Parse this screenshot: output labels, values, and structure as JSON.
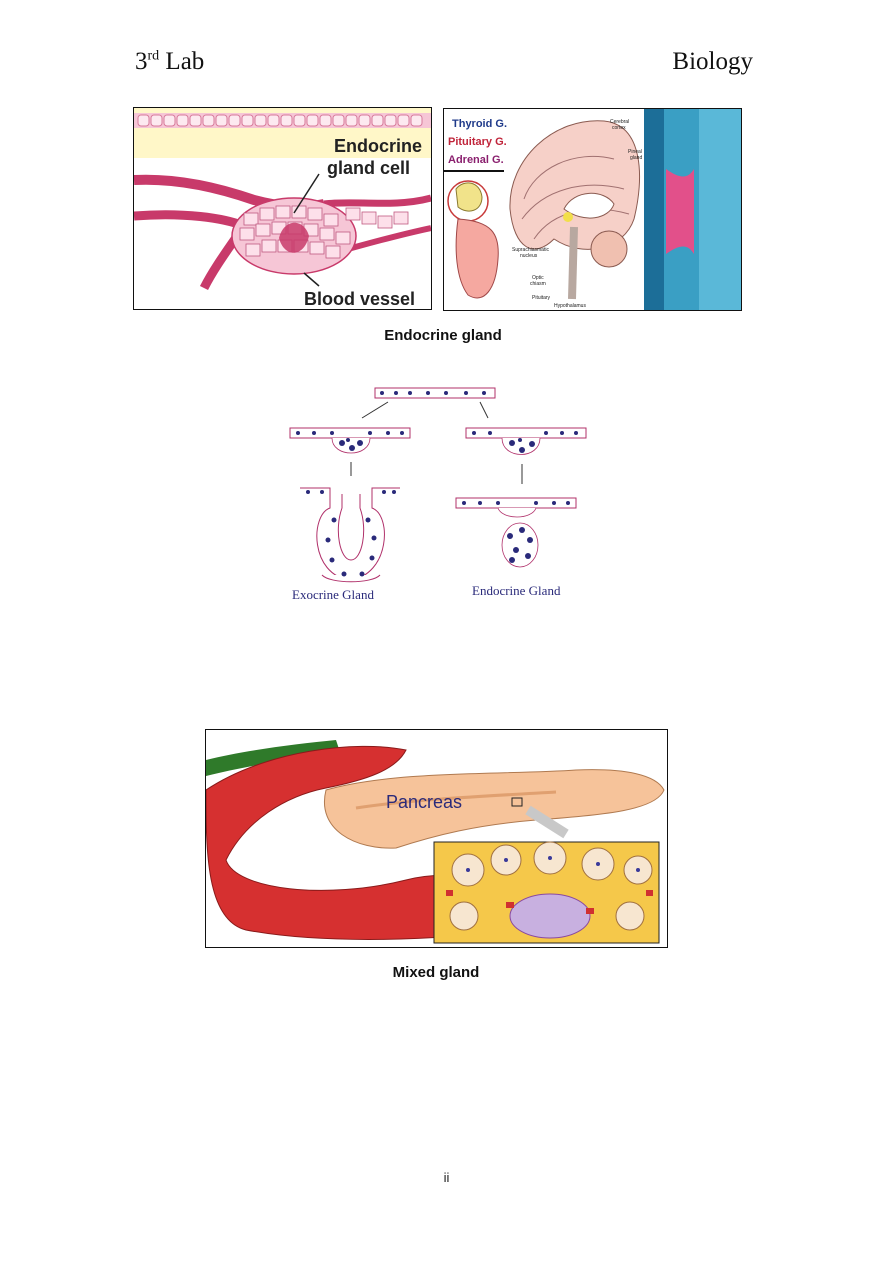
{
  "header": {
    "lab_number": "3",
    "lab_suffix": "rd",
    "lab_word": "Lab",
    "subject": "Biology"
  },
  "figure1": {
    "left_labels": {
      "endocrine_line1": "Endocrine",
      "endocrine_line2": "gland cell",
      "blood_vessel": "Blood vessel"
    },
    "right_labels": {
      "thyroid": "Thyroid G.",
      "pituitary": "Pituitary G.",
      "adrenal": "Adrenal G.",
      "cerebral_line1": "Cerebral",
      "cerebral_line2": "cortex",
      "pineal_line1": "Pineal",
      "pineal_line2": "gland",
      "supra_line1": "Suprachiasmatic",
      "supra_line2": "nucleus",
      "optic_line1": "Optic",
      "optic_line2": "chiasm",
      "pit_small": "Pituitary",
      "hypothalamus": "Hypothalamus"
    },
    "caption": "Endocrine gland"
  },
  "figure2": {
    "exocrine_label": "Exocrine Gland",
    "endocrine_label": "Endocrine Gland"
  },
  "figure3": {
    "pancreas_label": "Pancreas",
    "caption": "Mixed gland"
  },
  "footer": {
    "page_number": "ii"
  },
  "colors": {
    "thyroid": "#1f3a8a",
    "pituitary": "#c0243a",
    "adrenal": "#8a1f6e",
    "vessel": "#c83a6a",
    "gland_title": "#2a2a7a"
  }
}
